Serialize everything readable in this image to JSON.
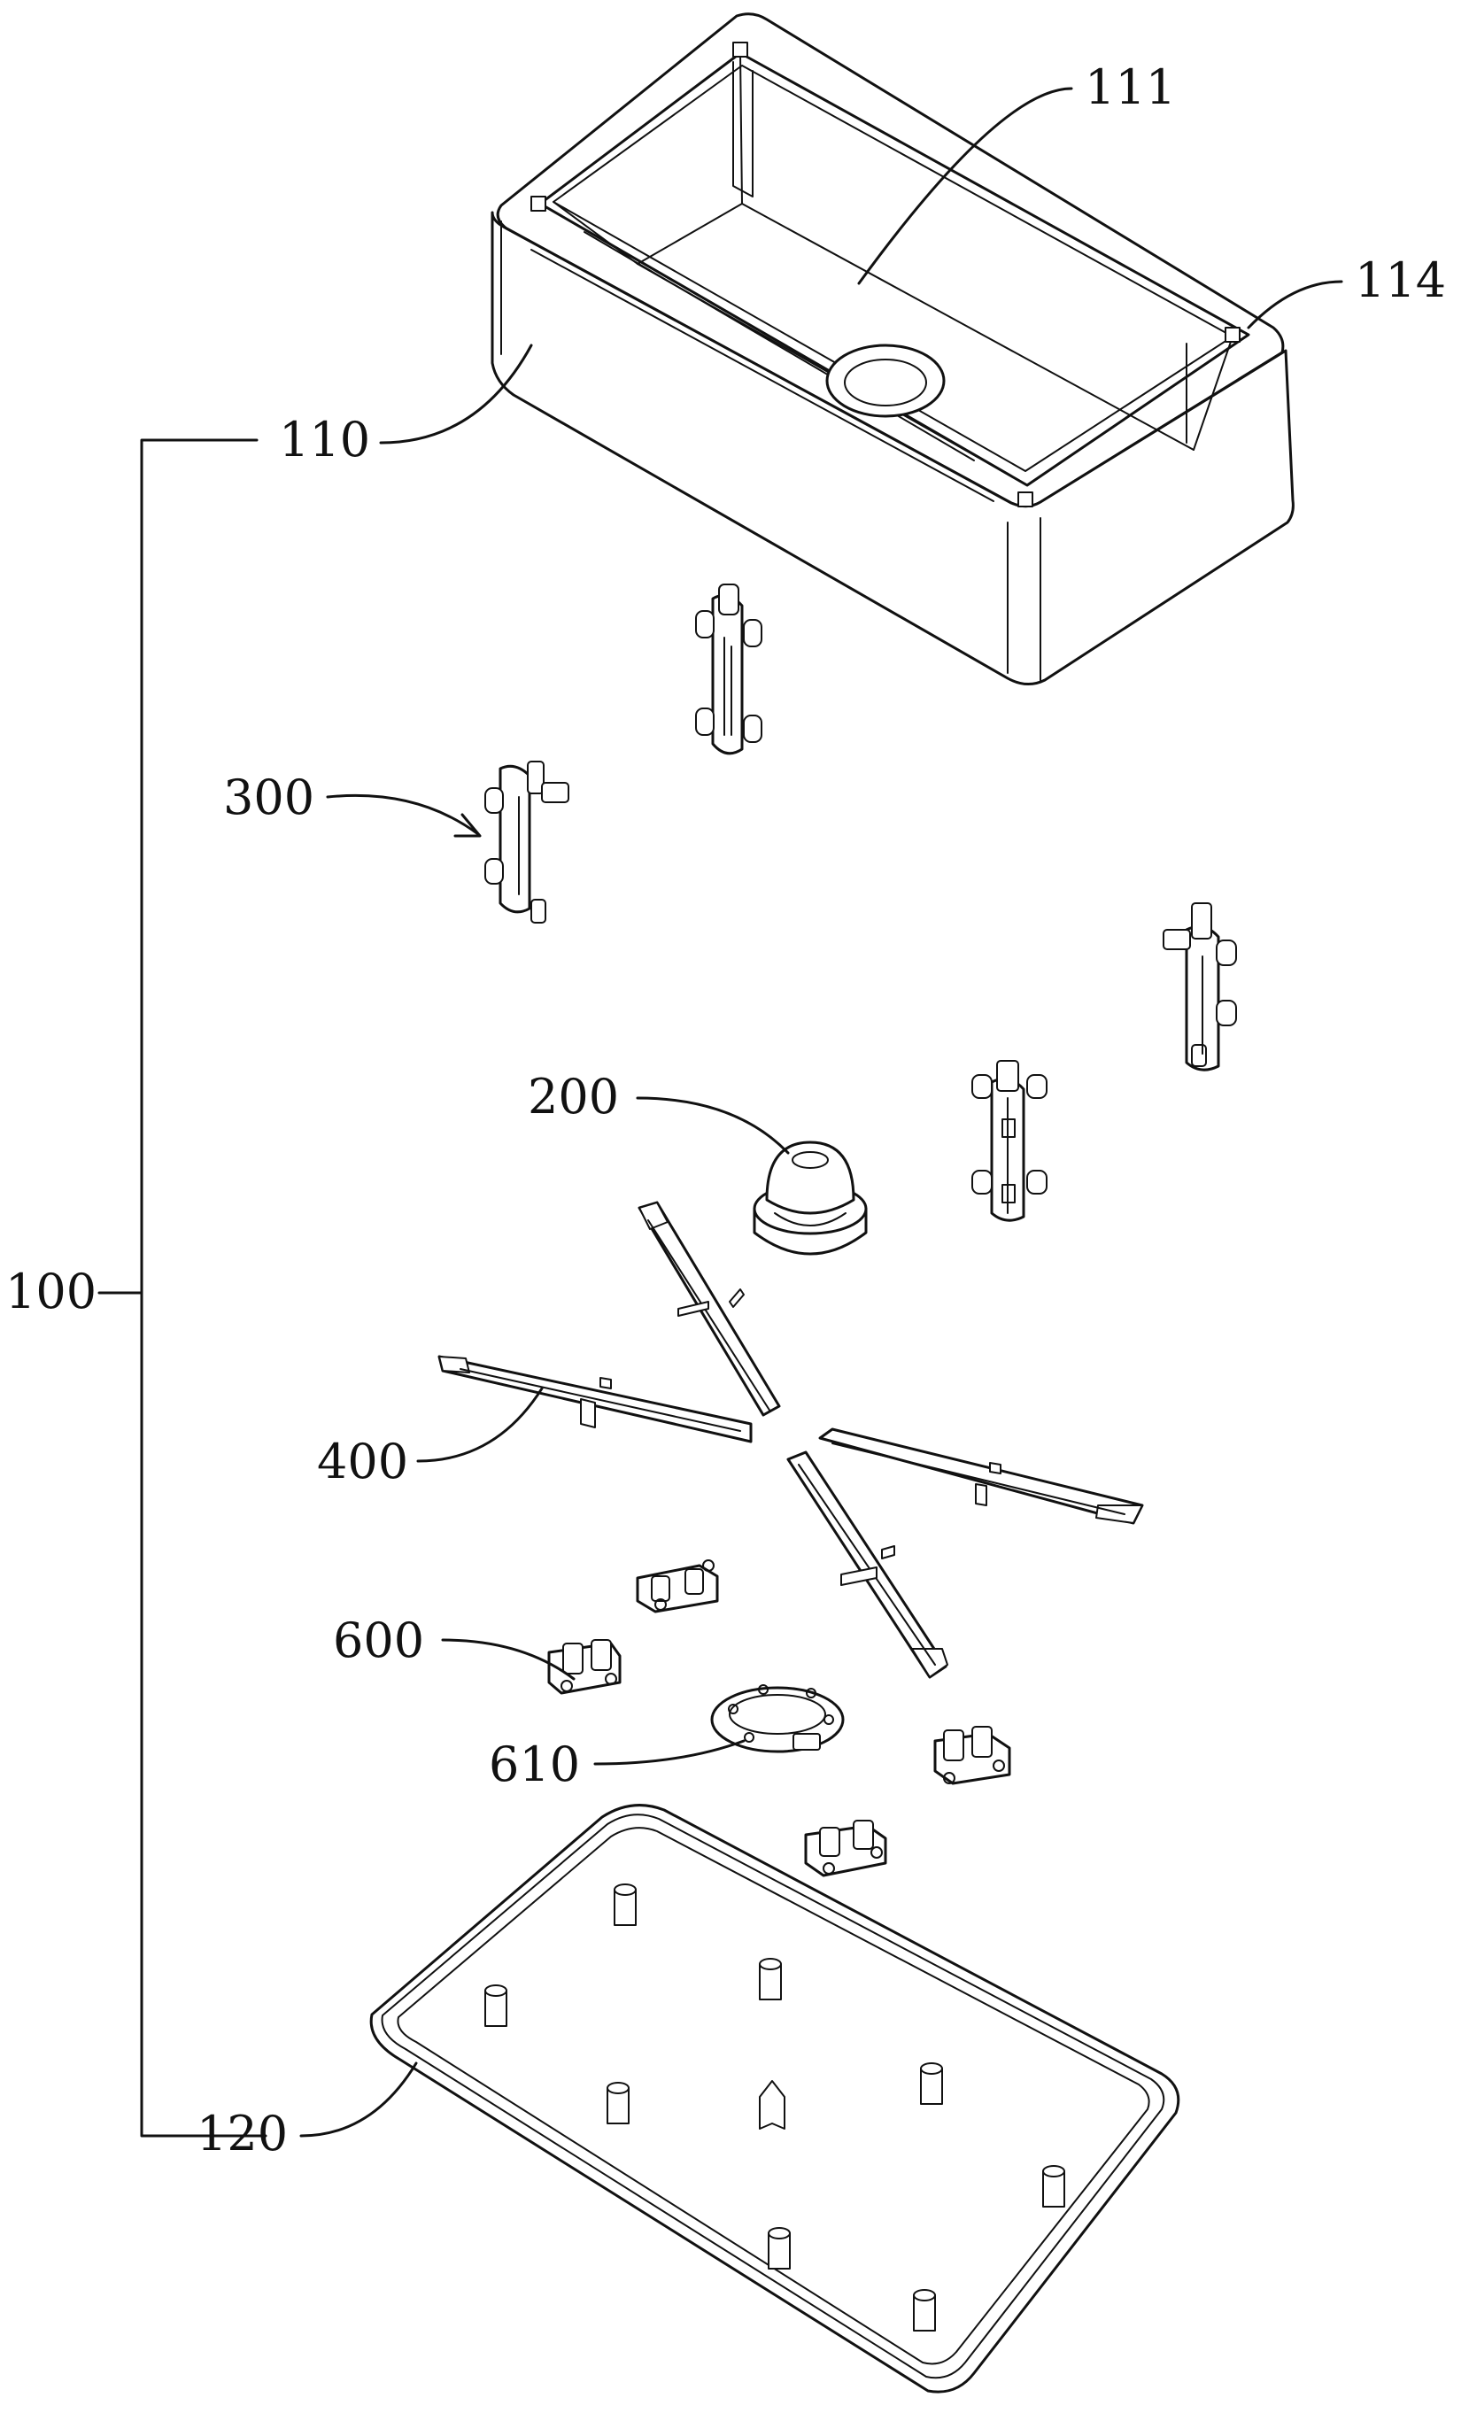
{
  "labels": {
    "l100": "100",
    "l110": "110",
    "l111": "111",
    "l114": "114",
    "l120": "120",
    "l200": "200",
    "l300": "300",
    "l400": "400",
    "l600": "600",
    "l610": "610"
  }
}
